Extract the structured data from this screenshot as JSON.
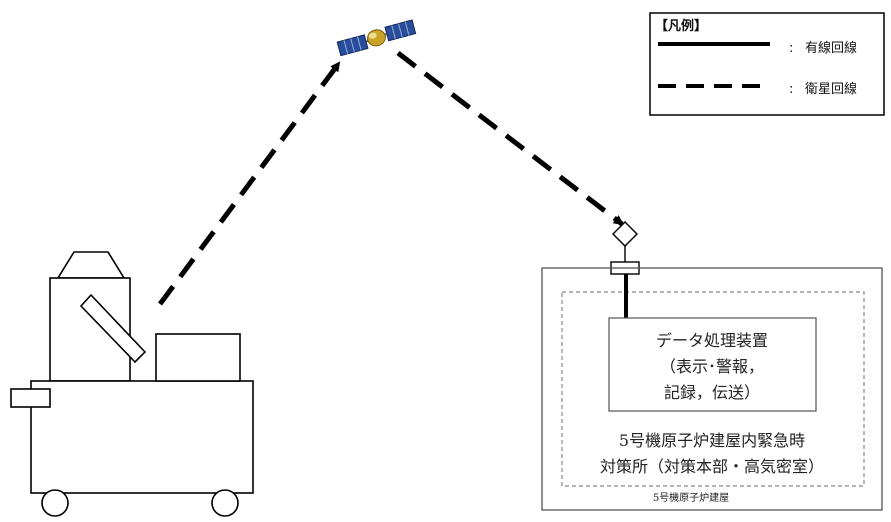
{
  "legend": {
    "title": "【凡例】",
    "items": [
      {
        "style": "solid",
        "separator": ":",
        "label": "有線回線"
      },
      {
        "style": "dashed",
        "separator": ":",
        "label": "衛星回線"
      }
    ]
  },
  "processing_device": {
    "lines": [
      "データ処理装置",
      "（表示･警報，",
      "記録，伝送）"
    ]
  },
  "emergency_room": {
    "lines": [
      "5号機原子炉建屋内緊急時",
      "対策所（対策本部・高気密室）"
    ]
  },
  "building_label": "5号機原子炉建屋",
  "colors": {
    "line": "#000000",
    "frame": "#555555",
    "dotted": "#888888",
    "satellite_panel": "#2a4d9a",
    "satellite_body": "#c9a227"
  },
  "icons": {
    "satellite": "satellite-icon",
    "antenna": "antenna-icon",
    "vehicle": "monitoring-vehicle-icon"
  }
}
